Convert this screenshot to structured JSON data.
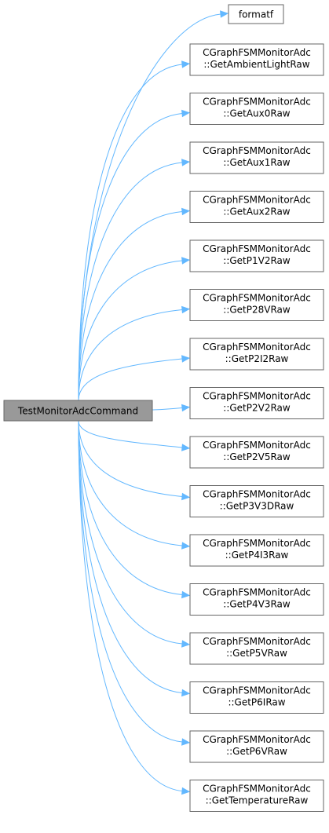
{
  "root": {
    "label": "TestMonitorAdcCommand"
  },
  "callees": [
    {
      "lines": [
        "formatf"
      ]
    },
    {
      "lines": [
        "CGraphFSMMonitorAdc",
        "::GetAmbientLightRaw"
      ]
    },
    {
      "lines": [
        "CGraphFSMMonitorAdc",
        "::GetAux0Raw"
      ]
    },
    {
      "lines": [
        "CGraphFSMMonitorAdc",
        "::GetAux1Raw"
      ]
    },
    {
      "lines": [
        "CGraphFSMMonitorAdc",
        "::GetAux2Raw"
      ]
    },
    {
      "lines": [
        "CGraphFSMMonitorAdc",
        "::GetP1V2Raw"
      ]
    },
    {
      "lines": [
        "CGraphFSMMonitorAdc",
        "::GetP28VRaw"
      ]
    },
    {
      "lines": [
        "CGraphFSMMonitorAdc",
        "::GetP2I2Raw"
      ]
    },
    {
      "lines": [
        "CGraphFSMMonitorAdc",
        "::GetP2V2Raw"
      ]
    },
    {
      "lines": [
        "CGraphFSMMonitorAdc",
        "::GetP2V5Raw"
      ]
    },
    {
      "lines": [
        "CGraphFSMMonitorAdc",
        "::GetP3V3DRaw"
      ]
    },
    {
      "lines": [
        "CGraphFSMMonitorAdc",
        "::GetP4I3Raw"
      ]
    },
    {
      "lines": [
        "CGraphFSMMonitorAdc",
        "::GetP4V3Raw"
      ]
    },
    {
      "lines": [
        "CGraphFSMMonitorAdc",
        "::GetP5VRaw"
      ]
    },
    {
      "lines": [
        "CGraphFSMMonitorAdc",
        "::GetP6IRaw"
      ]
    },
    {
      "lines": [
        "CGraphFSMMonitorAdc",
        "::GetP6VRaw"
      ]
    },
    {
      "lines": [
        "CGraphFSMMonitorAdc",
        "::GetTemperatureRaw"
      ]
    }
  ],
  "colors": {
    "edge": "#63b8ff",
    "root_fill": "#999999",
    "node_border": "#666666",
    "node_fill": "#ffffff"
  }
}
